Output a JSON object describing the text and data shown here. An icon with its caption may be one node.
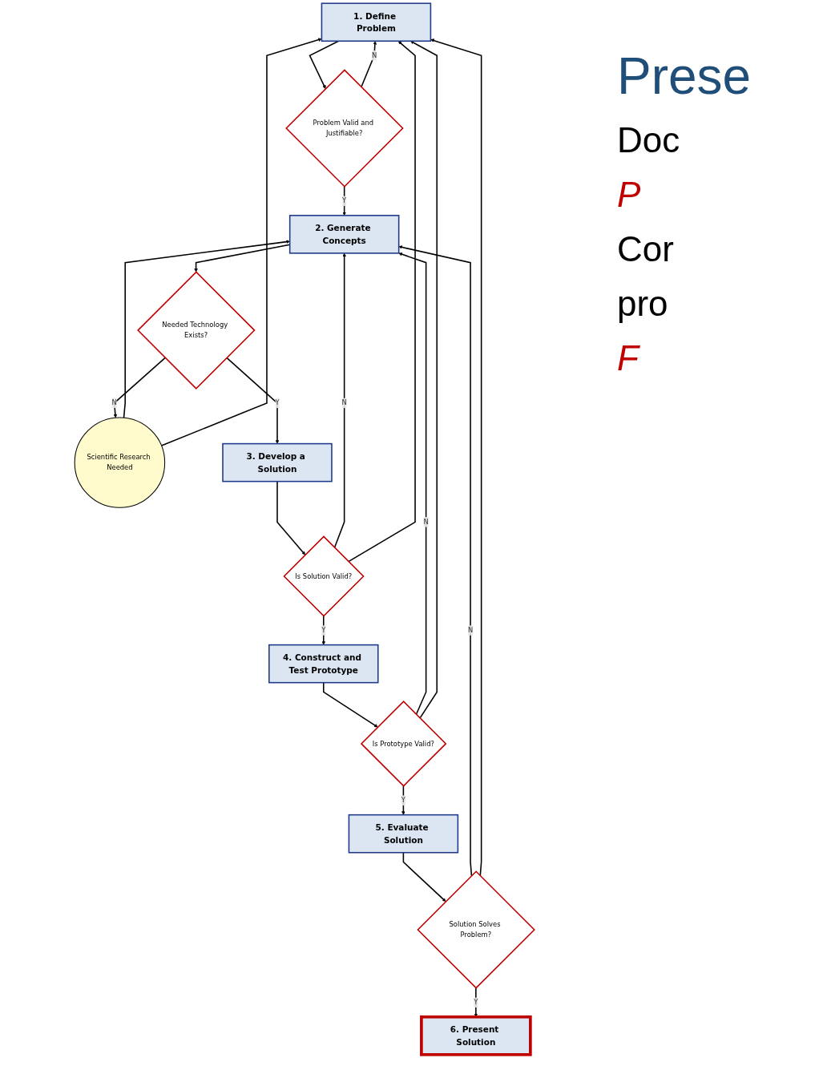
{
  "diagram": {
    "nodes": [
      {
        "text": [
          "1. Define Problem"
        ]
      },
      {
        "text": [
          "Problem Valid and Justifiable?"
        ]
      },
      {
        "text": [
          "2. Generate Concepts"
        ]
      },
      {
        "text": [
          "Needed Technology Exists?"
        ]
      },
      {
        "text": [
          "Scientific Research Needed"
        ]
      },
      {
        "text": [
          "3. Develop a Solution"
        ]
      },
      {
        "text": [
          "Is Solution Valid?"
        ]
      },
      {
        "text": [
          "4. Construct and Test Prototype"
        ]
      },
      {
        "text": [
          "Is Prototype Valid?"
        ]
      },
      {
        "text": [
          "5. Evaluate Solution"
        ]
      },
      {
        "text": [
          "Solution Solves Problem?"
        ]
      },
      {
        "text": [
          "6. Present Solution"
        ]
      }
    ],
    "edges": [
      {
        "from": 0,
        "to": 1,
        "arrow": "to"
      },
      {
        "from": 1,
        "to": 0,
        "arrow": "to",
        "label": "N"
      },
      {
        "from": 1,
        "to": 2,
        "arrow": "to",
        "label": "Y"
      },
      {
        "from": 2,
        "to": 3,
        "arrow": "to"
      },
      {
        "from": 3,
        "to": 4,
        "arrow": "to",
        "label": "N"
      },
      {
        "from": 3,
        "to": 5,
        "arrow": "to",
        "label": "Y"
      },
      {
        "from": 4,
        "to": 2,
        "arrow": "to"
      },
      {
        "from": 4,
        "to": 0,
        "arrow": "to"
      },
      {
        "from": 5,
        "to": 6,
        "arrow": "to"
      },
      {
        "from": 6,
        "to": 2,
        "arrow": "to",
        "label": "N"
      },
      {
        "from": 6,
        "to": 0,
        "arrow": "to"
      },
      {
        "from": 6,
        "to": 7,
        "arrow": "to",
        "label": "Y"
      },
      {
        "from": 7,
        "to": 8,
        "arrow": "to"
      },
      {
        "from": 8,
        "to": 2,
        "arrow": "to",
        "label": "N"
      },
      {
        "from": 8,
        "to": 0,
        "arrow": "to"
      },
      {
        "from": 8,
        "to": 9,
        "arrow": "to",
        "label": "Y"
      },
      {
        "from": 9,
        "to": 10,
        "arrow": "to"
      },
      {
        "from": 10,
        "to": 2,
        "arrow": "to",
        "label": "N"
      },
      {
        "from": 10,
        "to": 0,
        "arrow": "to"
      },
      {
        "from": 10,
        "to": 11,
        "arrow": "to",
        "label": "Y"
      }
    ],
    "labels": [
      "Prese",
      "Doc",
      "P",
      "Cor",
      "pro",
      "F"
    ]
  }
}
